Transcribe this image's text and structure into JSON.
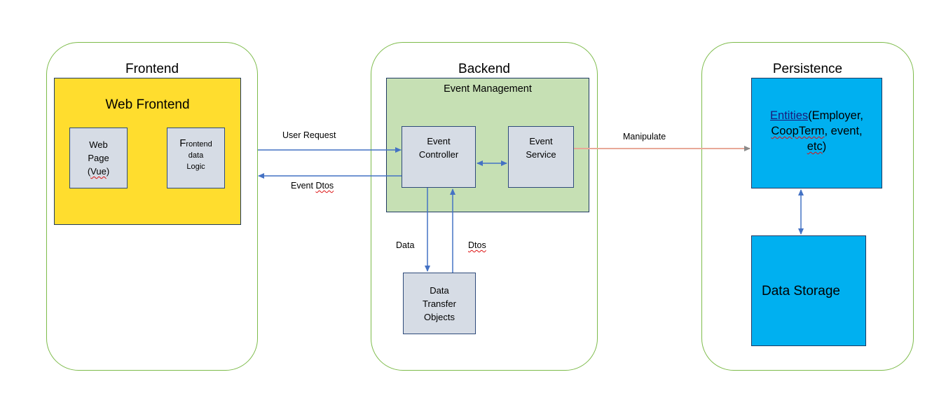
{
  "colors": {
    "group_border": "#7dbb4a",
    "web_frontend_fill": "#ffdd2e",
    "event_mgmt_fill": "#c6e0b4",
    "persistence_fill": "#00b0f0",
    "component_fill": "#d6dce5",
    "arrow": "#4472c4",
    "manipulate_arrow": "#e8a898"
  },
  "frontend": {
    "title": "Frontend",
    "web_frontend": {
      "title": "Web Frontend",
      "web_page": {
        "line1": "Web",
        "line2": "Page",
        "line3_open": "(",
        "line3_mid": "Vue",
        "line3_close": ")"
      },
      "frontend_logic": {
        "big_letter": "F",
        "rest": "rontend",
        "line2": "data",
        "line3": "Logic"
      }
    }
  },
  "backend": {
    "title": "Backend",
    "event_management": {
      "title": "Event Management",
      "controller": {
        "line1": "Event",
        "line2": "Controller"
      },
      "service": {
        "line1": "Event",
        "line2": "Service"
      }
    },
    "dto_box": {
      "line1": "Data",
      "line2": "Transfer",
      "line3": "Objects"
    }
  },
  "persistence": {
    "title": "Persistence",
    "entities": {
      "part1": "Entities",
      "part2": "(Employer,",
      "line2_a": "CoopTerm",
      "line2_b": ", event,",
      "line3_a": "etc",
      "line3_b": ")"
    },
    "storage": "Data Storage"
  },
  "edges": {
    "user_request": "User Request",
    "event_dtos_a": "Event ",
    "event_dtos_b": "Dtos",
    "manipulate": "Manipulate",
    "data": "Data",
    "dtos": "Dtos"
  }
}
